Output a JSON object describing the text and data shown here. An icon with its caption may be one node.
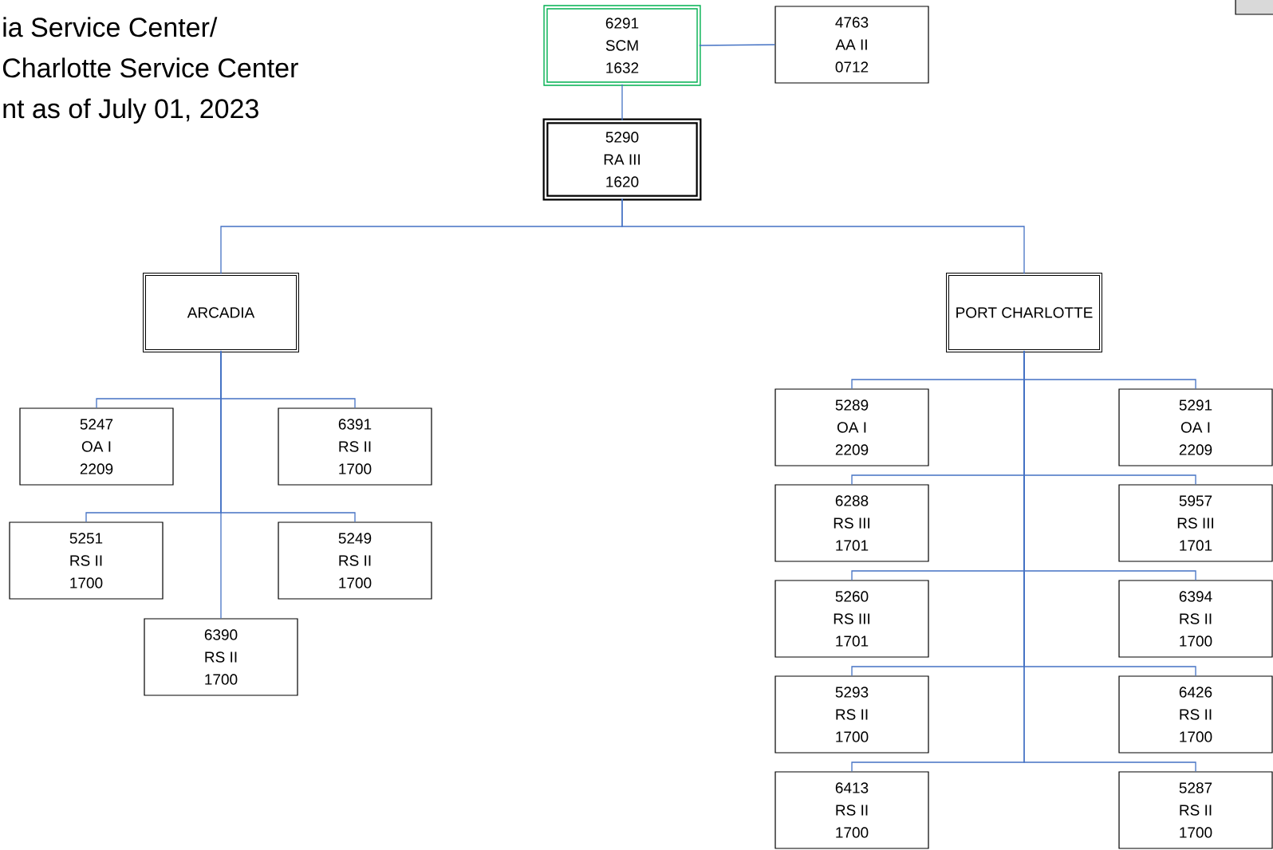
{
  "diagram": {
    "nodes": [
      {
        "text": [
          "6291",
          "SCM",
          "1632"
        ]
      },
      {
        "text": [
          "4763",
          "AA II",
          "0712"
        ]
      },
      {
        "text": [
          "5290",
          "RA III",
          "1620"
        ]
      },
      {
        "text": [
          "ARCADIA"
        ]
      },
      {
        "text": [
          "PORT CHARLOTTE"
        ]
      },
      {
        "text": [
          "5247",
          "OA I",
          "2209"
        ]
      },
      {
        "text": [
          "6391",
          "RS II",
          "1700"
        ]
      },
      {
        "text": [
          "5251",
          "RS II",
          "1700"
        ]
      },
      {
        "text": [
          "5249",
          "RS II",
          "1700"
        ]
      },
      {
        "text": [
          "6390",
          "RS II",
          "1700"
        ]
      },
      {
        "text": [
          "5289",
          "OA I",
          "2209"
        ]
      },
      {
        "text": [
          "5291",
          "OA I",
          "2209"
        ]
      },
      {
        "text": [
          "6288",
          "RS III",
          "1701"
        ]
      },
      {
        "text": [
          "5957",
          "RS III",
          "1701"
        ]
      },
      {
        "text": [
          "5260",
          "RS III",
          "1701"
        ]
      },
      {
        "text": [
          "6394",
          "RS II",
          "1700"
        ]
      },
      {
        "text": [
          "5293",
          "RS II",
          "1700"
        ]
      },
      {
        "text": [
          "6426",
          "RS II",
          "1700"
        ]
      },
      {
        "text": [
          "6413",
          "RS II",
          "1700"
        ]
      },
      {
        "text": [
          "5287",
          "RS II",
          "1700"
        ]
      }
    ],
    "edges": [
      {
        "from": 0,
        "to": 1,
        "arrow": "none"
      },
      {
        "from": 0,
        "to": 2,
        "arrow": "none"
      },
      {
        "from": 2,
        "to": 3,
        "arrow": "none"
      },
      {
        "from": 2,
        "to": 4,
        "arrow": "none"
      },
      {
        "from": 3,
        "to": 5,
        "arrow": "none"
      },
      {
        "from": 3,
        "to": 6,
        "arrow": "none"
      },
      {
        "from": 3,
        "to": 7,
        "arrow": "none"
      },
      {
        "from": 3,
        "to": 8,
        "arrow": "none"
      },
      {
        "from": 3,
        "to": 9,
        "arrow": "none"
      },
      {
        "from": 4,
        "to": 10,
        "arrow": "none"
      },
      {
        "from": 4,
        "to": 11,
        "arrow": "none"
      },
      {
        "from": 4,
        "to": 12,
        "arrow": "none"
      },
      {
        "from": 4,
        "to": 13,
        "arrow": "none"
      },
      {
        "from": 4,
        "to": 14,
        "arrow": "none"
      },
      {
        "from": 4,
        "to": 15,
        "arrow": "none"
      },
      {
        "from": 4,
        "to": 16,
        "arrow": "none"
      },
      {
        "from": 4,
        "to": 17,
        "arrow": "none"
      },
      {
        "from": 4,
        "to": 18,
        "arrow": "none"
      },
      {
        "from": 4,
        "to": 19,
        "arrow": "none"
      }
    ],
    "labels": [
      "ia Service Center/",
      "Charlotte Service Center",
      "nt as of July 01, 2023"
    ]
  }
}
